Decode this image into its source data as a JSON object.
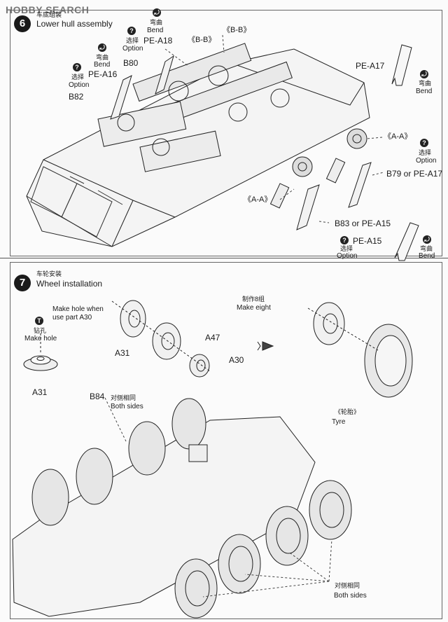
{
  "watermark": "HOBBY SEARCH",
  "step6": {
    "number": "6",
    "title_cn": "车底组装",
    "title": "Lower hull assembly",
    "labels": {
      "bend_cn": "弯曲",
      "bend": "Bend",
      "option_cn": "选择",
      "option": "Option"
    },
    "sections": {
      "bb": "《B-B》",
      "aa": "《A-A》"
    },
    "parts": {
      "pe_a18": "PE-A18",
      "b80": "B80",
      "pe_a16": "PE-A16",
      "b82": "B82",
      "pe_a17": "PE-A17",
      "b79_or_pe_a17": "B79 or PE-A17",
      "b83_or_pe_a15": "B83 or PE-A15",
      "pe_a15": "PE-A15"
    }
  },
  "step7": {
    "number": "7",
    "title_cn": "车轮安装",
    "title": "Wheel installation",
    "notes": {
      "make_hole_when": "Make hole when",
      "use_part_a30": "use part A30"
    },
    "labels": {
      "make_hole_cn": "钻孔",
      "make_hole": "Make hole",
      "make_eight_cn": "制作8组",
      "make_eight": "Make eight",
      "tyre_cn": "《轮胎》",
      "tyre": "Tyre",
      "both_sides_cn": "对侧相同",
      "both_sides": "Both sides"
    },
    "parts": {
      "a31": "A31",
      "a47": "A47",
      "a30": "A30",
      "b84": "B84"
    }
  }
}
